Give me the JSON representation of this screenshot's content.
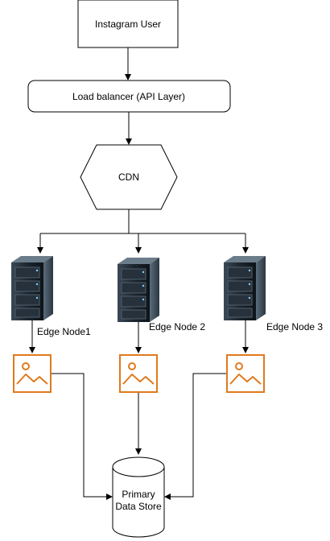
{
  "nodes": {
    "user": {
      "label": "Instagram User"
    },
    "load_balancer": {
      "label": "Load balancer (API Layer)"
    },
    "cdn": {
      "label": "CDN"
    },
    "edge1": {
      "label": "Edge Node1"
    },
    "edge2": {
      "label": "Edge Node 2"
    },
    "edge3": {
      "label": "Edge Node 3"
    },
    "store": {
      "line1": "Primary",
      "line2": "Data Store"
    }
  },
  "icons": {
    "server": "server-rack-icon",
    "image": "image-icon"
  },
  "colors": {
    "image_icon": "#E07A1E",
    "stroke": "#000000"
  }
}
